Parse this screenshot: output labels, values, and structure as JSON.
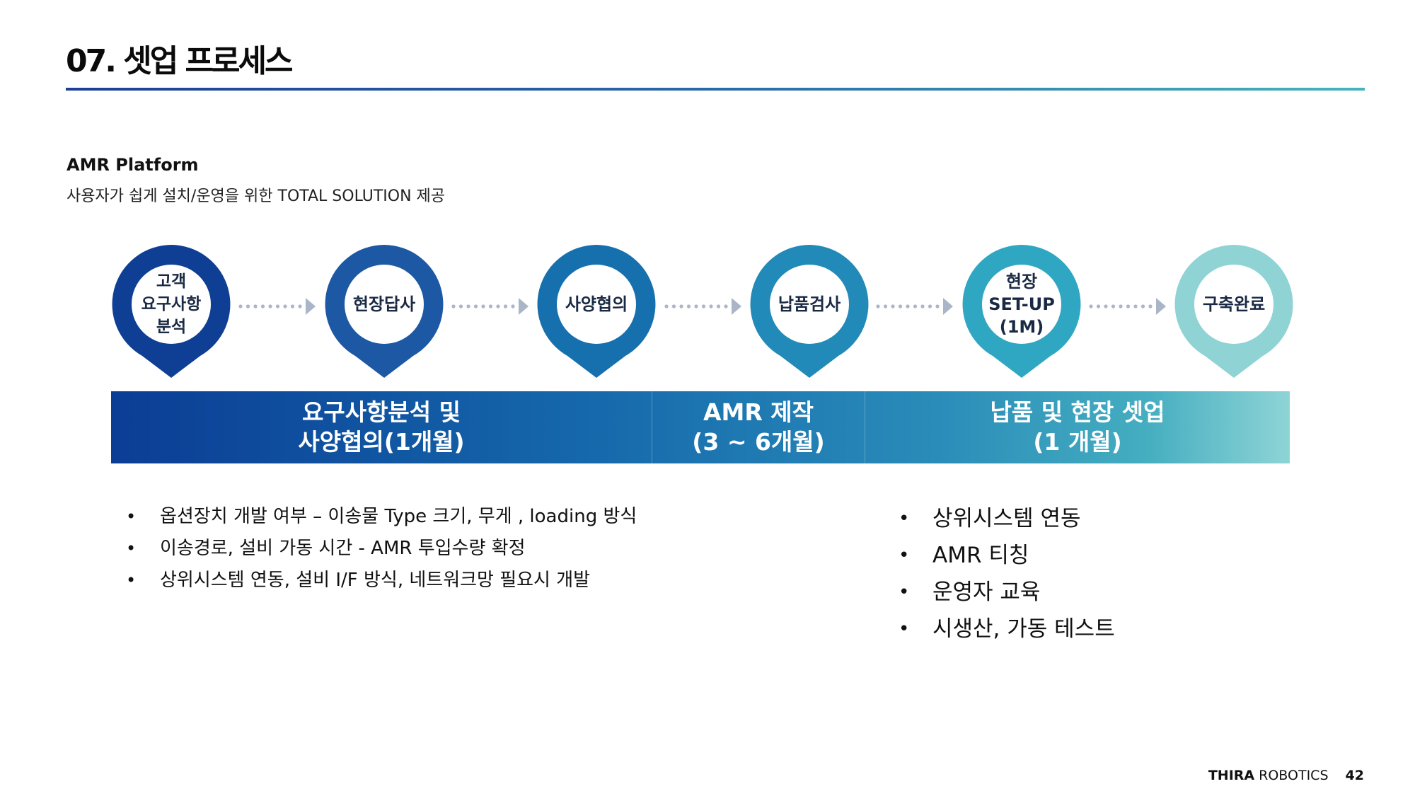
{
  "title": "07. 셋업 프로세스",
  "subtitle": "AMR Platform",
  "description": "사용자가 쉽게 설치/운영을 위한 TOTAL SOLUTION 제공",
  "steps": [
    {
      "label": "고객\n요구사항\n분석",
      "color": "#0f3f95"
    },
    {
      "label": "현장답사",
      "color": "#1c58a3"
    },
    {
      "label": "사양협의",
      "color": "#1670ae"
    },
    {
      "label": "납품검사",
      "color": "#218ab8"
    },
    {
      "label": "현장\nSET-UP\n(1M)",
      "color": "#2fa7c2"
    },
    {
      "label": "구축완료",
      "color": "#8fd3d5"
    }
  ],
  "arrow_color": "#aab6c8",
  "phases": [
    {
      "label": "요구사항분석 및\n사양협의(1개월)"
    },
    {
      "label": "AMR 제작\n(3 ~ 6개월)"
    },
    {
      "label": "납품 및 현장 셋업\n(1 개월)"
    }
  ],
  "left_bullets": [
    "옵션장치 개발 여부 – 이송물 Type 크기, 무게 , loading 방식",
    "이송경로, 설비 가동 시간 - AMR 투입수량 확정",
    "상위시스템 연동, 설비 I/F 방식, 네트워크망 필요시 개발"
  ],
  "right_bullets": [
    "상위시스템 연동",
    "AMR 티칭",
    "운영자 교육",
    "시생산, 가동 테스트"
  ],
  "footer": {
    "brand_bold": "THIRA",
    "brand_rest": " ROBOTICS",
    "page_number": "42"
  }
}
